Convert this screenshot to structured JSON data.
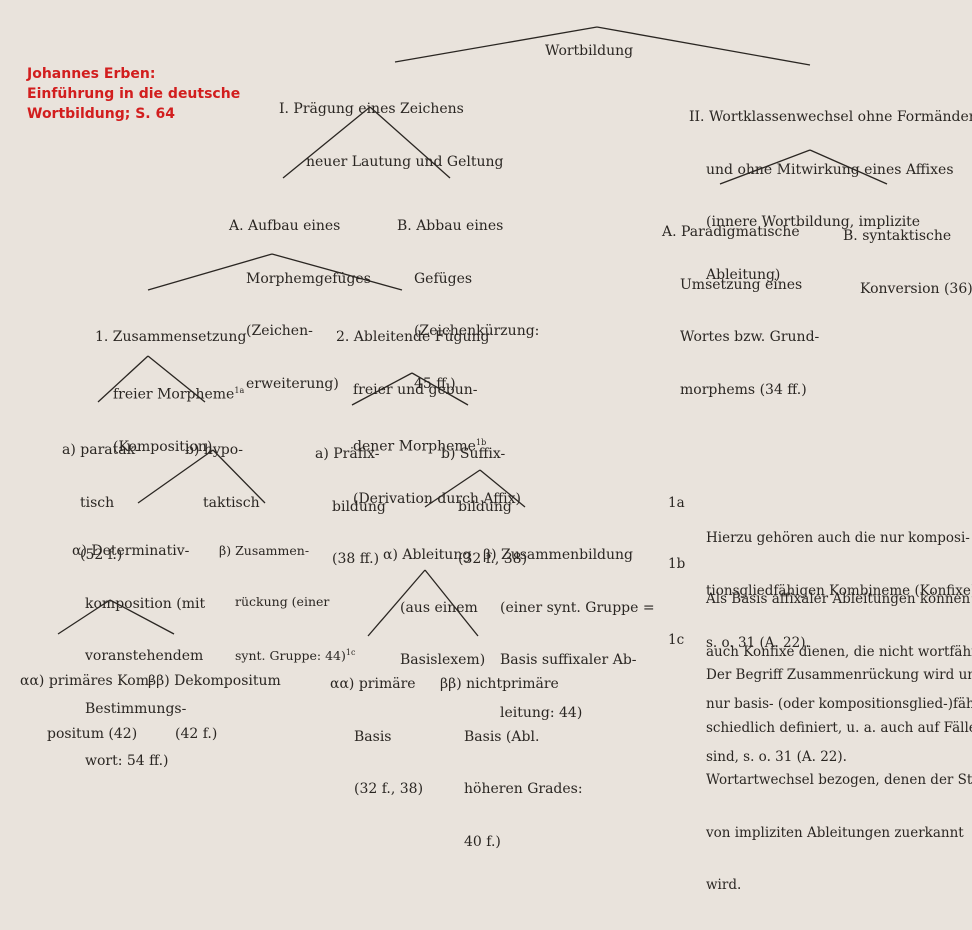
{
  "citation": {
    "author": "Johannes Erben:",
    "lines": [
      "Einführung in die deutsche",
      "Wortbildung; S. 64"
    ]
  },
  "tree": {
    "root": "Wortbildung",
    "I": [
      "I. Prägung eines Zeichens",
      "neuer Lautung und Geltung"
    ],
    "II": [
      "II. Wortklassenwechsel ohne Formänderung",
      "und ohne Mitwirkung eines Affixes",
      "(innere Wortbildung, implizite",
      "Ableitung)"
    ],
    "IA": [
      "A. Aufbau eines",
      "Morphemgefüges",
      "(Zeichen-",
      "erweiterung)"
    ],
    "IB": [
      "B. Abbau eines",
      "Gefüges",
      "(Zeichenkürzung:",
      "45 ff.)"
    ],
    "IIA": [
      "A. Paradigmatische",
      "Umsetzung eines",
      "Wortes bzw. Grund-",
      "morphems (34 ff.)"
    ],
    "IIB": [
      "B. syntaktische",
      "Konversion (36)"
    ],
    "A1": {
      "lines": [
        "1. Zusammensetzung",
        "freier Morpheme",
        "(Komposition)"
      ],
      "sup": "1a"
    },
    "A2": {
      "lines": [
        "2. Ableitende Fügung",
        "freier und gebun-",
        "dener Morpheme",
        "(Derivation durch Affix)"
      ],
      "sup": "1b"
    },
    "A1a": [
      "a) paratak-",
      "tisch",
      "(52 f.)"
    ],
    "A1b": [
      "b) hypo-",
      "taktisch"
    ],
    "A2a": [
      "a) Präfix-",
      "bildung",
      "(38 ff.)"
    ],
    "A2b": [
      "b) Suffix-",
      "bildung",
      "(32 f., 38)"
    ],
    "A1b_alpha": [
      "α) Determinativ-",
      "komposition (mit",
      "voranstehendem",
      "Bestimmungs-",
      "wort: 54 ff.)"
    ],
    "A1b_beta": {
      "lines": [
        "β) Zusammen-",
        "rückung (einer",
        "synt. Gruppe: 44)"
      ],
      "sup": "1c"
    },
    "A2b_alpha": [
      "α) Ableitung",
      "(aus einem",
      "Basislexem)"
    ],
    "A2b_beta": [
      "β) Zusammenbildung",
      "(einer synt. Gruppe =",
      "Basis suffixaler Ab-",
      "leitung: 44)"
    ],
    "aa1": [
      "αα) primäres Kom-",
      "positum (42)"
    ],
    "bb1": [
      "ββ) Dekompositum",
      "(42 f.)"
    ],
    "aa2": [
      "αα) primäre",
      "Basis",
      "(32 f., 38)"
    ],
    "bb2": [
      "ββ) nichtprimäre",
      "Basis (Abl.",
      "höheren Grades:",
      "40 f.)"
    ]
  },
  "footnotes": [
    {
      "num": "1a",
      "lines": [
        "Hierzu gehören auch die nur komposi-",
        "tionsgliedfähigen Kombineme (Konfixe),",
        "s. o. 31 (A. 22)."
      ]
    },
    {
      "num": "1b",
      "lines": [
        "Als Basis affixaler Ableitungen können",
        "auch Konfixe dienen, die nicht wortfähig,",
        "nur basis- (oder kompositionsglied-)fähig",
        "sind, s. o. 31 (A. 22)."
      ]
    },
    {
      "num": "1c",
      "lines": [
        "Der Begriff Zusammenrückung wird unter-",
        "schiedlich definiert, u. a. auch auf Fälle mit",
        "Wortartwechsel bezogen, denen der Status",
        "von impliziten Ableitungen zuerkannt",
        "wird."
      ]
    }
  ]
}
